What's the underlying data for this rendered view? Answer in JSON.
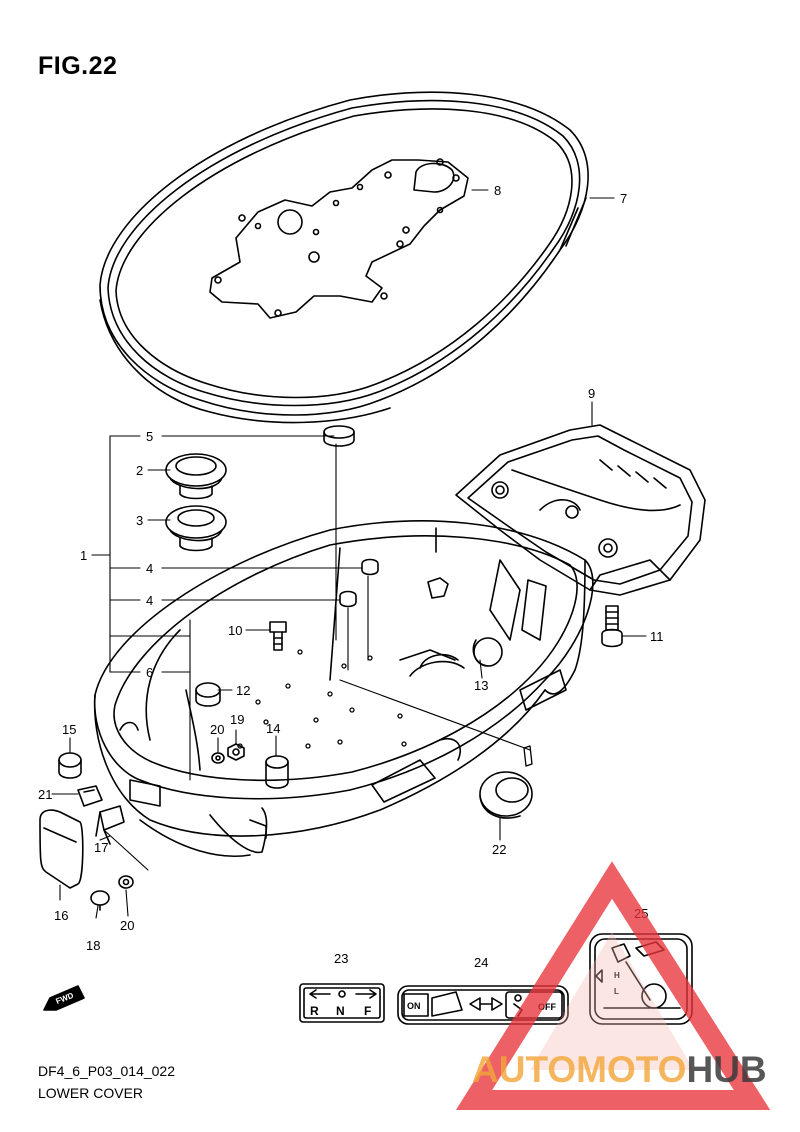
{
  "figure": {
    "title": "FIG.22",
    "code": "DF4_6_P03_014_022",
    "name": "LOWER COVER"
  },
  "callouts": [
    "1",
    "2",
    "3",
    "4",
    "4",
    "5",
    "6",
    "7",
    "8",
    "9",
    "10",
    "11",
    "12",
    "13",
    "14",
    "15",
    "16",
    "17",
    "18",
    "19",
    "20",
    "20",
    "21",
    "22",
    "23",
    "24",
    "25"
  ],
  "decals": {
    "shift": {
      "r": "R",
      "n": "N",
      "f": "F"
    },
    "choke": {
      "on": "ON",
      "off": "OFF"
    },
    "oil": {
      "h": "H",
      "l": "L"
    }
  },
  "fwd_mark": "FWD",
  "watermark": {
    "part1": "AUTOMOTO",
    "part2": "HUB"
  },
  "colors": {
    "line": "#000000",
    "watermark_red": "#e8333a",
    "watermark_dark": "#3a3a3a",
    "watermark_light": "#f6b8b0"
  }
}
